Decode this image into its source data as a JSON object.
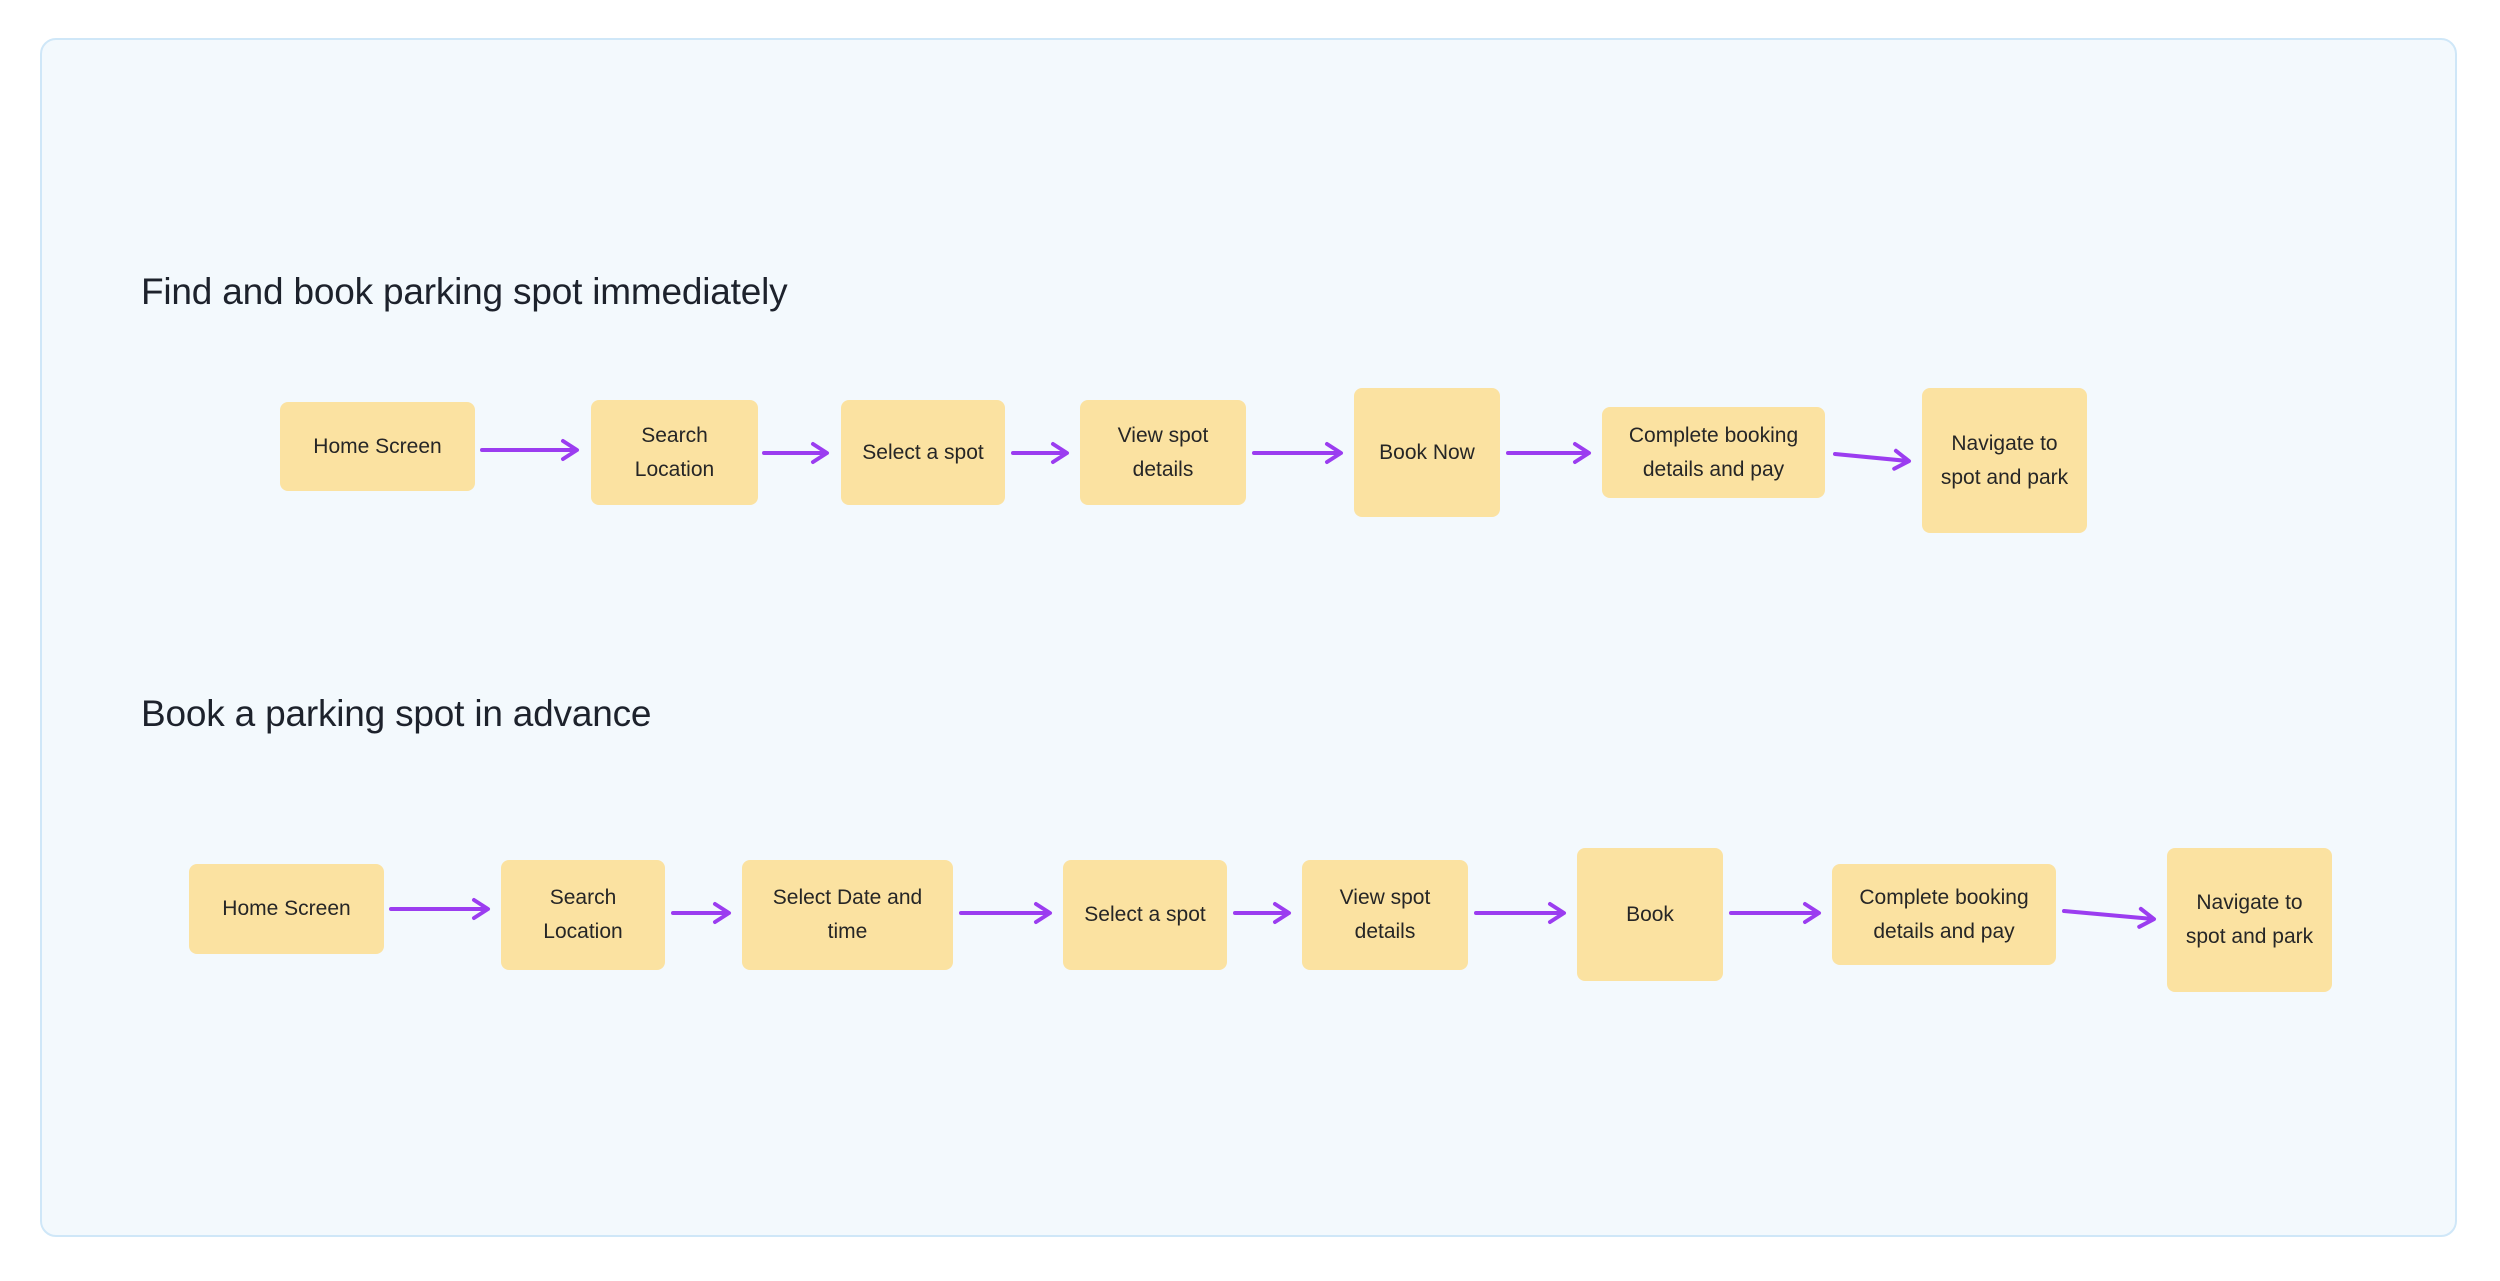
{
  "canvas": {
    "background_color": "#F3F9FD",
    "border_color": "#CFE7F8"
  },
  "colors": {
    "node_fill": "#FBE2A1",
    "node_text": "#262626",
    "arrow": "#9B3DF0",
    "title_text": "#1D222C"
  },
  "flows": [
    {
      "title": "Find and book parking spot immediately",
      "steps": [
        "Home Screen",
        "Search Location",
        "Select a spot",
        "View spot details",
        "Book Now",
        "Complete booking details and pay",
        "Navigate to spot and park"
      ]
    },
    {
      "title": "Book a parking spot in advance",
      "steps": [
        "Home Screen",
        "Search Location",
        "Select Date and time",
        "Select a spot",
        "View spot details",
        "Book",
        "Complete booking details and pay",
        "Navigate to spot and park"
      ]
    }
  ]
}
